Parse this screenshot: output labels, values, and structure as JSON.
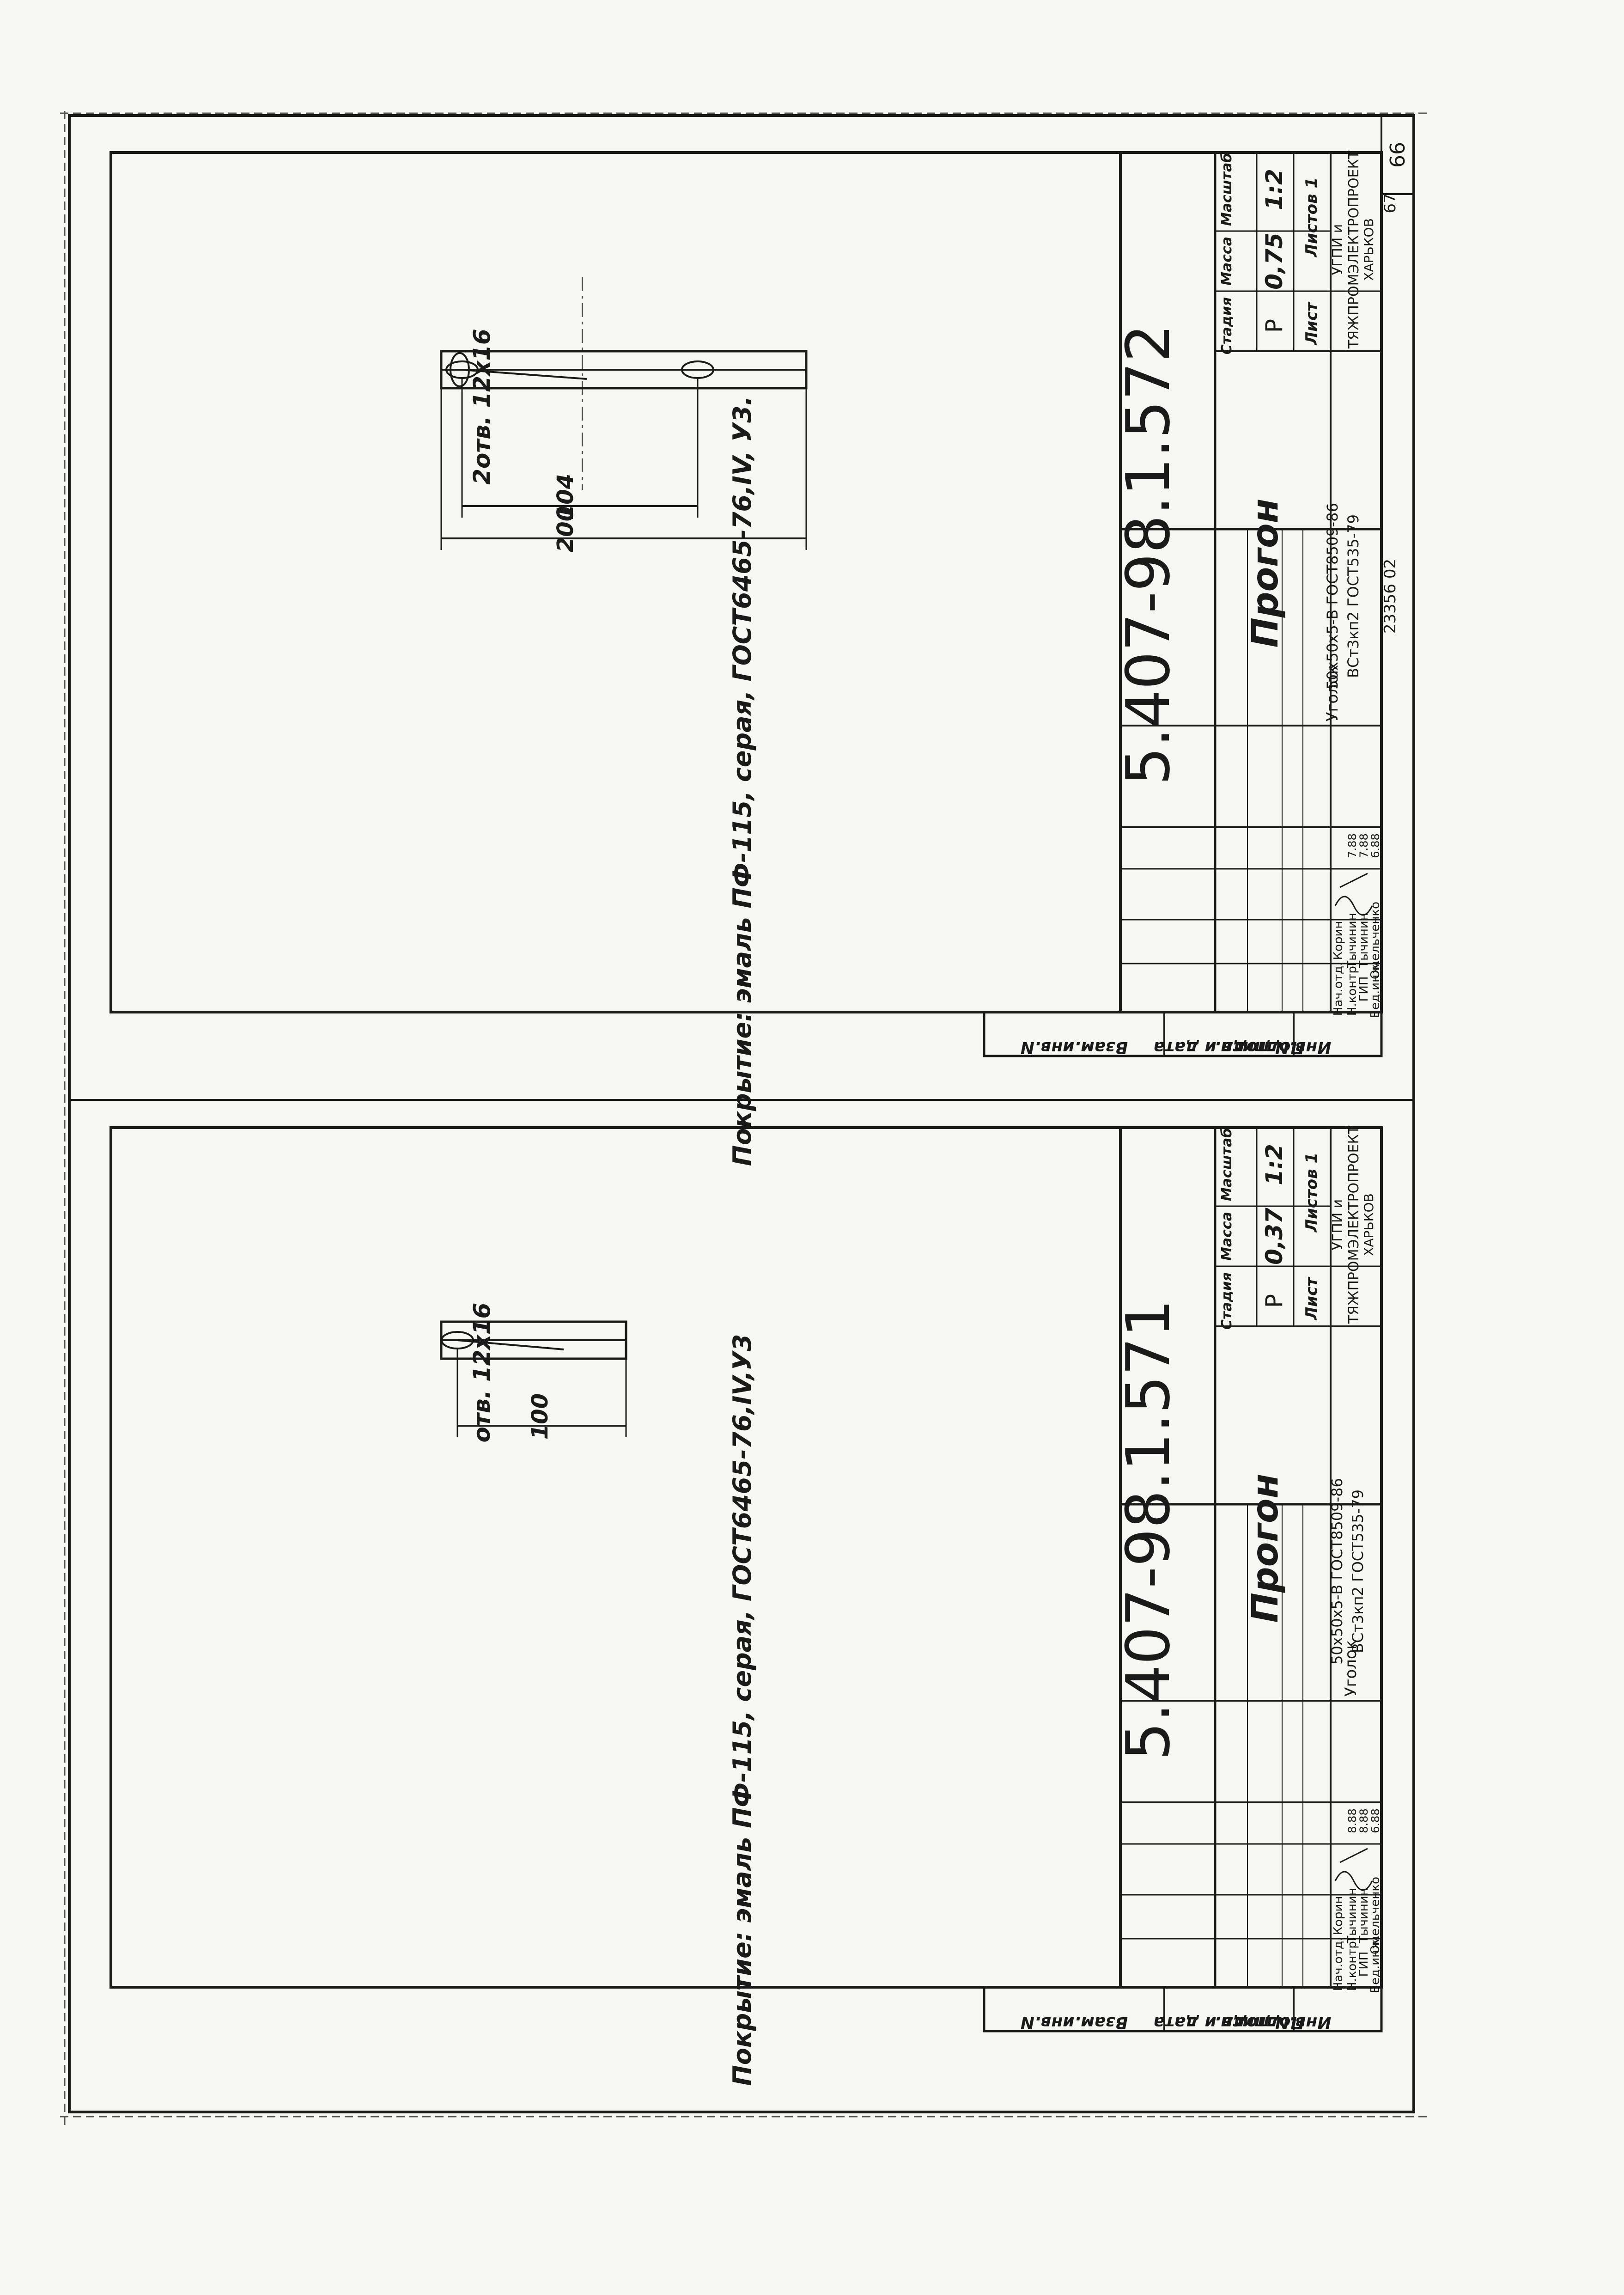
{
  "page_number": "66",
  "sheet_bottom_number": "67",
  "archive_number": "23356 02",
  "top_drawing": {
    "designation": "5.407-98.1.572",
    "title": "Прогон",
    "coating_note": "Покрытие: эмаль ПФ-115, серая, ГОСТ6465-76,IV, У3.",
    "holes_note": "2отв. 12х16",
    "dim_inner": "104",
    "dim_outer": "200",
    "material_name": "Уголок",
    "material_profile": "50x50x5-В ГОСТ8509-86",
    "material_grade": "ВСт3кп2 ГОСТ535-79",
    "stage_label": "Стадия",
    "mass_label": "Масса",
    "scale_label": "Масштаб",
    "stage": "Р",
    "mass": "0,75",
    "scale": "1:2",
    "sheet_label": "Лист",
    "sheets_label": "Листов 1",
    "org": [
      "УГПИ и",
      "ТЯЖПРОМЭЛЕКТРОПРОЕКТ",
      "ХАРЬКОВ"
    ],
    "signers": [
      {
        "role": "Нач.отд.",
        "name": "Корин",
        "date": ""
      },
      {
        "role": "Н.контр.",
        "name": "Тычинин",
        "date": "7.88"
      },
      {
        "role": "ГИП",
        "name": "Тычинин",
        "date": "7.88"
      },
      {
        "role": "Вед.инж.",
        "name": "Омельченко",
        "date": "6.88"
      }
    ],
    "side_labels": [
      "Инв.N подл.",
      "Подпись и дата",
      "Взам.инв.N"
    ]
  },
  "bottom_drawing": {
    "designation": "5.407-98.1.571",
    "title": "Прогон",
    "coating_note": "Покрытие: эмаль ПФ-115, серая, ГОСТ6465-76,IV,У3",
    "holes_note": "отв. 12х16",
    "dim_inner": "100",
    "material_name": "Уголок",
    "material_profile": "50x50x5-В ГОСТ8509-86",
    "material_grade": "ВСт3кп2 ГОСТ535-79",
    "stage_label": "Стадия",
    "mass_label": "Масса",
    "scale_label": "Масштаб",
    "stage": "Р",
    "mass": "0,37",
    "scale": "1:2",
    "sheet_label": "Лист",
    "sheets_label": "Листов 1",
    "org": [
      "УГПИ и",
      "ТЯЖПРОМЭЛЕКТРОПРОЕКТ",
      "ХАРЬКОВ"
    ],
    "signers": [
      {
        "role": "Нач.отд.",
        "name": "Корин",
        "date": ""
      },
      {
        "role": "Н.контр.",
        "name": "Тычинин",
        "date": "8.88"
      },
      {
        "role": "ГИП",
        "name": "Тычинин",
        "date": "8.88"
      },
      {
        "role": "Вед.инж.",
        "name": "Омельченко",
        "date": "6.88"
      }
    ],
    "side_labels": [
      "Инв.N подл.",
      "Подпись и дата",
      "Взам.инв.N"
    ]
  }
}
